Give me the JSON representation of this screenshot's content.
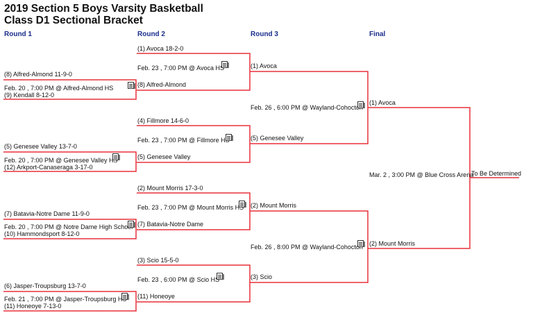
{
  "title": {
    "line1": "2019 Section 5 Boys Varsity Basketball",
    "line2": "Class D1 Sectional Bracket"
  },
  "rounds": [
    "Round 1",
    "Round 2",
    "Round 3",
    "Final"
  ],
  "round1": [
    {
      "top": "(8) Alfred-Almond 11-9-0",
      "info": "Feb. 20 , 7:00 PM @ Alfred-Almond HS",
      "bottom": "(9) Kendall 8-12-0"
    },
    {
      "top": "(5) Genesee Valley 13-7-0",
      "info": "Feb. 20 , 7:00 PM @ Genesee Valley HS",
      "bottom": "(12) Arkport-Canaseraga 3-17-0"
    },
    {
      "top": "(7) Batavia-Notre Dame 11-9-0",
      "info": "Feb. 20 , 7:00 PM @ Notre Dame High School",
      "bottom": "(10) Hammondsport 8-12-0"
    },
    {
      "top": "(6) Jasper-Troupsburg 13-7-0",
      "info": "Feb. 21 , 7:00 PM @ Jasper-Troupsburg HS",
      "bottom": "(11) Honeoye 7-13-0"
    }
  ],
  "round2": [
    {
      "top": "(1) Avoca 18-2-0",
      "info": "Feb. 23 , 7:00 PM @ Avoca HS",
      "bottom": "(8) Alfred-Almond"
    },
    {
      "top": "(4) Fillmore 14-6-0",
      "info": "Feb. 23 , 7:00 PM @ Fillmore HS",
      "bottom": "(5) Genesee Valley"
    },
    {
      "top": "(2) Mount Morris 17-3-0",
      "info": "Feb. 23 , 7:00 PM @ Mount Morris HS",
      "bottom": "(7) Batavia-Notre Dame"
    },
    {
      "top": "(3) Scio 15-5-0",
      "info": "Feb. 23 , 6:00 PM @ Scio HS",
      "bottom": "(11) Honeoye"
    }
  ],
  "round3": [
    {
      "top": "(1) Avoca",
      "info": "Feb. 26 , 6:00 PM @ Wayland-Cohocton",
      "bottom": "(5) Genesee Valley"
    },
    {
      "top": "(2) Mount Morris",
      "info": "Feb. 26 , 8:00 PM @ Wayland-Cohocton",
      "bottom": "(3) Scio"
    }
  ],
  "final": {
    "top": "(1) Avoca",
    "info": "Mar. 2 , 3:00 PM @ Blue Cross Arena",
    "bottom": "(2) Mount Morris"
  },
  "champion": "To Be Determined",
  "icons": {
    "game_info": "document-icon"
  },
  "colors": {
    "bracket_line": "#e8303a",
    "round_header": "#1a2e8c"
  }
}
